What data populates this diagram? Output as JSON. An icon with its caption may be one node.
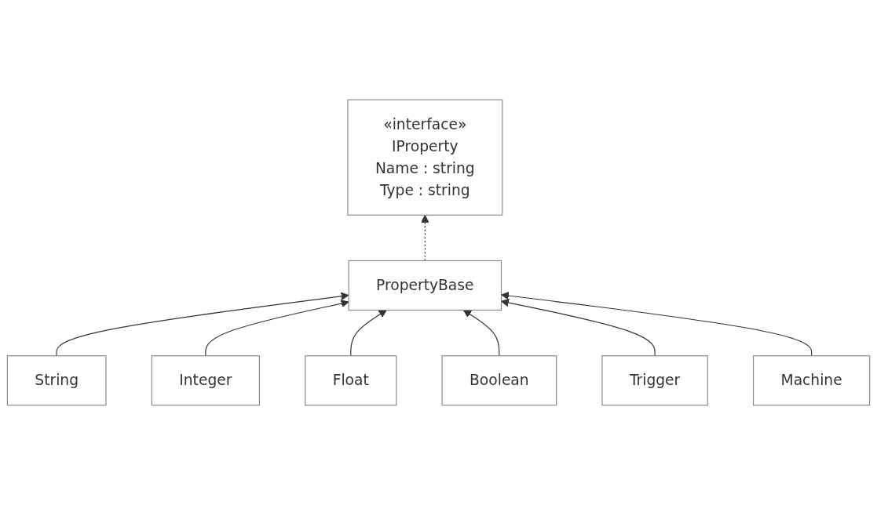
{
  "diagram": {
    "nodes": [
      {
        "text": [
          "«interface»",
          "IProperty",
          "Name : string",
          "Type : string"
        ]
      },
      {
        "text": [
          "PropertyBase"
        ]
      },
      {
        "text": [
          "String"
        ]
      },
      {
        "text": [
          "Integer"
        ]
      },
      {
        "text": [
          "Float"
        ]
      },
      {
        "text": [
          "Boolean"
        ]
      },
      {
        "text": [
          "Trigger"
        ]
      },
      {
        "text": [
          "Machine"
        ]
      }
    ],
    "edges": [
      {
        "from": 1,
        "to": 0,
        "arrow": "to",
        "style": "dashed"
      },
      {
        "from": 2,
        "to": 1,
        "arrow": "to"
      },
      {
        "from": 3,
        "to": 1,
        "arrow": "to"
      },
      {
        "from": 4,
        "to": 1,
        "arrow": "to"
      },
      {
        "from": 5,
        "to": 1,
        "arrow": "to"
      },
      {
        "from": 6,
        "to": 1,
        "arrow": "to"
      },
      {
        "from": 7,
        "to": 1,
        "arrow": "to"
      }
    ]
  }
}
